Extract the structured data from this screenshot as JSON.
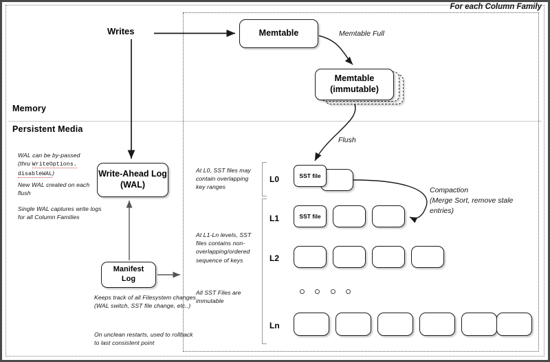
{
  "diagram": {
    "column_family_label": "For each Column Family",
    "zones": [
      {
        "name": "memory",
        "label": "Memory"
      },
      {
        "name": "persistent",
        "label": "Persistent Media"
      }
    ],
    "writes_label": "Writes",
    "nodes": {
      "memtable": "Memtable",
      "memtable_immutable_line1": "Memtable",
      "memtable_immutable_line2": "(immutable)",
      "wal_line1": "Write-Ahead Log",
      "wal_line2": "(WAL)",
      "manifest_line1": "Manifest",
      "manifest_line2": "Log",
      "sst_l0": "SST file",
      "sst_l1": "SST file"
    },
    "edge_labels": {
      "memtable_full": "Memtable Full",
      "flush": "Flush",
      "compaction_line1": "Compaction",
      "compaction_line2": "(Merge Sort, remove stale",
      "compaction_line3": "entries)"
    },
    "levels": [
      {
        "id": "L0",
        "label": "L0",
        "file_count": 2,
        "labeled_files": [
          "SST file"
        ]
      },
      {
        "id": "L1",
        "label": "L1",
        "file_count": 3,
        "labeled_files": [
          "SST file"
        ]
      },
      {
        "id": "L2",
        "label": "L2",
        "file_count": 4,
        "labeled_files": []
      },
      {
        "id": "Ln",
        "label": "Ln",
        "file_count": 6,
        "labeled_files": []
      }
    ],
    "ellipsis_dot_count": 4,
    "notes": {
      "wal_bypass_a": "WAL can be by-passed",
      "wal_bypass_b_pre": "(thru ",
      "wal_bypass_b_code1": "WriteOptions.",
      "wal_bypass_c_code2": "disableWAL",
      "wal_bypass_c_post": ")",
      "new_wal": "New WAL created on each flush",
      "single_wal": "Single WAL captures write logs for all Column Families",
      "manifest_note1": "Keeps track of all Filesystem changes (WAL switch, SST file change, etc..)",
      "manifest_note2": "On unclean restarts, used to rollback to last consistent point",
      "l0_note": "At L0, SST files may contain overlapping key ranges",
      "l1ln_note": "At L1-Ln levels, SST files contains non-overlapping/ordered sequence of keys",
      "immutable_note": "All SST Files are immutable"
    },
    "colors": {
      "stroke": "#1a1a1a",
      "bracket": "#9a9a9a",
      "divider": "#c9c9c9",
      "frame": "#4a4a4a",
      "code_underline": "#d04040"
    }
  }
}
